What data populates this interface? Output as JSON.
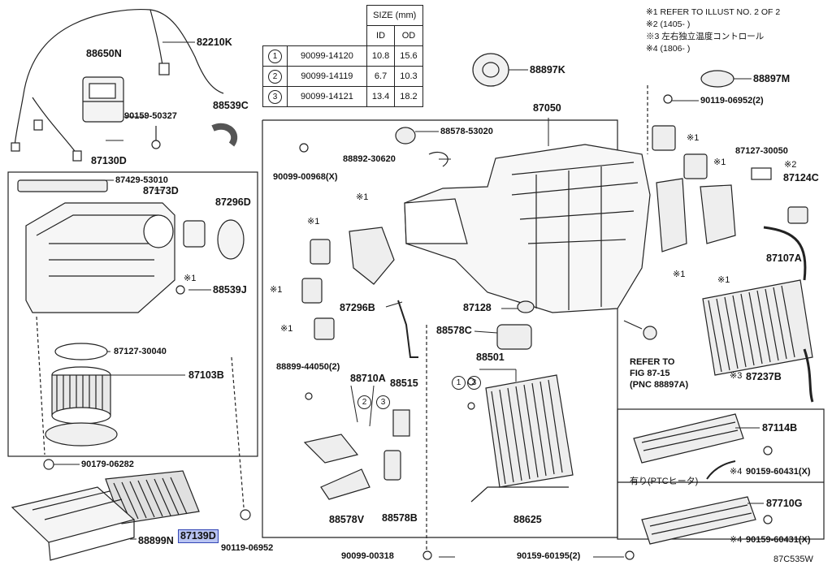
{
  "size_table": {
    "header": "SIZE (mm)",
    "col_id": "ID",
    "col_od": "OD",
    "rows": [
      {
        "mark": "1",
        "part": "90099-14120",
        "id": "10.8",
        "od": "15.6"
      },
      {
        "mark": "2",
        "part": "90099-14119",
        "id": "6.7",
        "od": "10.3"
      },
      {
        "mark": "3",
        "part": "90099-14121",
        "id": "13.4",
        "od": "18.2"
      }
    ]
  },
  "notes": [
    "※1 REFER TO ILLUST NO. 2 OF 2",
    "※2 (1405-       )",
    "※3 左右独立温度コントロール",
    "※4 (1806-       )"
  ],
  "parts": {
    "p82210K": "82210K",
    "p88650N": "88650N",
    "p90159_50327": "90159-50327",
    "p88539C": "88539C",
    "p87130D": "87130D",
    "p87429_53010": "87429-53010",
    "p87173D": "87173D",
    "p87296D": "87296D",
    "p88539J": "88539J",
    "p87127_30040": "87127-30040",
    "p87103B": "87103B",
    "p90179_06282": "90179-06282",
    "p87139D": "87139D",
    "p88899N": "88899N",
    "p90119_06952": "90119-06952",
    "p88897K": "88897K",
    "p88578_53020": "88578-53020",
    "p88892_30620": "88892-30620",
    "p90099_00968": "90099-00968(X)",
    "p87050": "87050",
    "p88897M": "88897M",
    "p90119_06952_2": "90119-06952(2)",
    "p87127_30050": "87127-30050",
    "p87124C": "87124C",
    "p87107A": "87107A",
    "p87296B": "87296B",
    "p87128": "87128",
    "p88578C": "88578C",
    "p88501": "88501",
    "p88899_44050": "88899-44050(2)",
    "p88710A": "88710A",
    "p88515": "88515",
    "p88578V": "88578V",
    "p88578B": "88578B",
    "p88625": "88625",
    "p90099_00318": "90099-00318",
    "p90159_60195": "90159-60195(2)",
    "p87237B": "87237B",
    "p87114B": "87114B",
    "p87710G": "87710G",
    "p90159_60431_a": "90159-60431(X)",
    "p90159_60431_b": "90159-60431(X)",
    "ptc_label": "有り(PTCヒータ)",
    "refer_to": "REFER TO",
    "refer_fig": "FIG 87-15",
    "refer_pnc": "(PNC 88897A)",
    "diagram_code": "87C535W"
  },
  "marks": {
    "note1": "※1",
    "note2": "※2",
    "note3": "※3",
    "note4": "※4",
    "c1": "1",
    "c2": "2",
    "c3": "3"
  },
  "highlight_color": "#b9c4f2"
}
